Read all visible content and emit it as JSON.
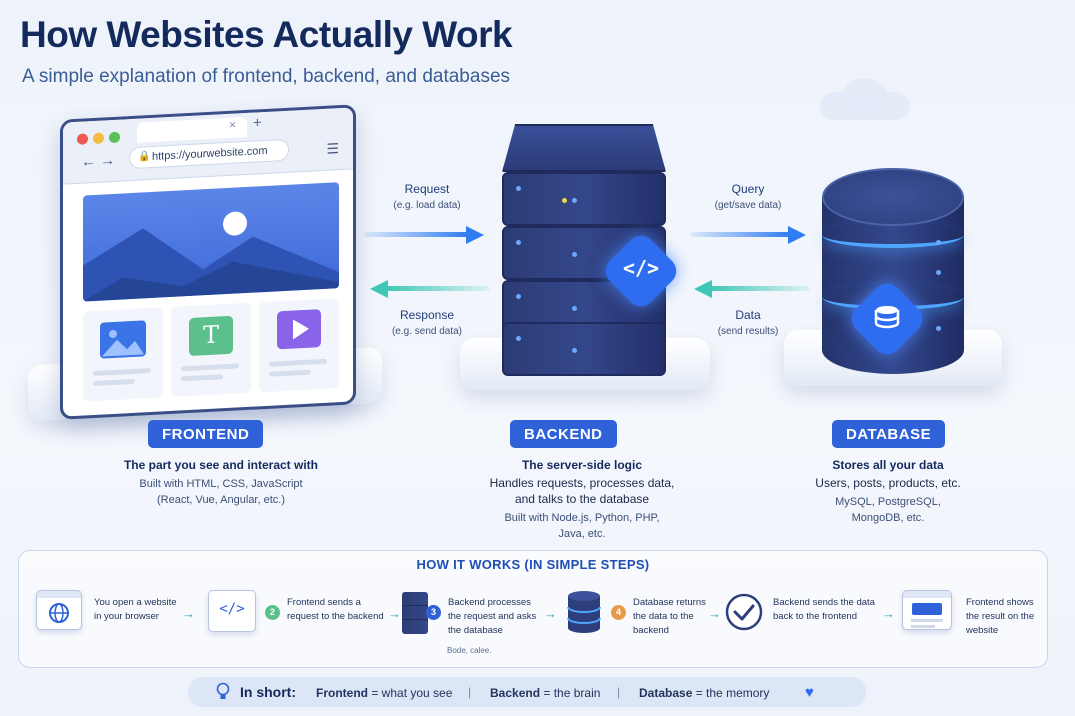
{
  "title": "How Websites Actually Work",
  "subtitle": "A simple explanation of frontend, backend, and databases",
  "browser": {
    "url": "https://yourwebsite.com",
    "close_glyph": "×",
    "plus_glyph": "+",
    "card_letter": "T"
  },
  "flows": {
    "request": {
      "label": "Request",
      "sub": "(e.g. load data)"
    },
    "response": {
      "label": "Response",
      "sub": "(e.g. send data)"
    },
    "query": {
      "label": "Query",
      "sub": "(get/save data)"
    },
    "data": {
      "label": "Data",
      "sub": "(send results)"
    }
  },
  "sections": {
    "frontend": {
      "label": "FRONTEND",
      "headline": "The part you see and interact with",
      "lines": [
        "Built with HTML, CSS, JavaScript",
        "(React, Vue, Angular, etc.)"
      ]
    },
    "backend": {
      "label": "BACKEND",
      "headline": "The server-side logic",
      "bold_lines": [
        "Handles requests, processes data,",
        "and talks to the database"
      ],
      "lines": [
        "Built with Node.js, Python, PHP,",
        "Java, etc."
      ]
    },
    "database": {
      "label": "DATABASE",
      "headline": "Stores all your data",
      "bold_lines": [
        "Users, posts, products, etc."
      ],
      "lines": [
        "MySQL, PostgreSQL,",
        "MongoDB, etc."
      ]
    }
  },
  "code_glyph": "</>",
  "steps": {
    "title": "HOW IT WORKS (IN SIMPLE STEPS)",
    "arrow_glyph": "→",
    "items": [
      {
        "num": "",
        "lines": [
          "You open a website",
          "in your browser"
        ]
      },
      {
        "num": "2",
        "lines": [
          "Frontend sends a",
          "request to the backend"
        ]
      },
      {
        "num": "3",
        "lines": [
          "Backend processes",
          "the request and asks",
          "the database"
        ]
      },
      {
        "num": "4",
        "lines": [
          "Database returns",
          "the data to the",
          "backend"
        ]
      },
      {
        "num": "",
        "lines": [
          "Backend sends the data",
          "back to the frontend"
        ]
      },
      {
        "num": "",
        "lines": [
          "Frontend shows",
          "the result on the",
          "website"
        ]
      }
    ],
    "footnote": "Bode, calee."
  },
  "summary": {
    "lead": "In short:",
    "frontend_term": "Frontend",
    "frontend_def": " = what you see",
    "backend_term": "Backend",
    "backend_def": " = the brain",
    "database_term": "Database",
    "database_def": " = the memory",
    "separator": "|"
  },
  "colors": {
    "primary": "#2f62d8",
    "request_arrow": "#2f7df0",
    "response_arrow": "#3fc7b6",
    "navy": "#142a5c",
    "step2": "#5cc08c",
    "step3": "#2f62d8",
    "step4": "#e89a4c"
  }
}
